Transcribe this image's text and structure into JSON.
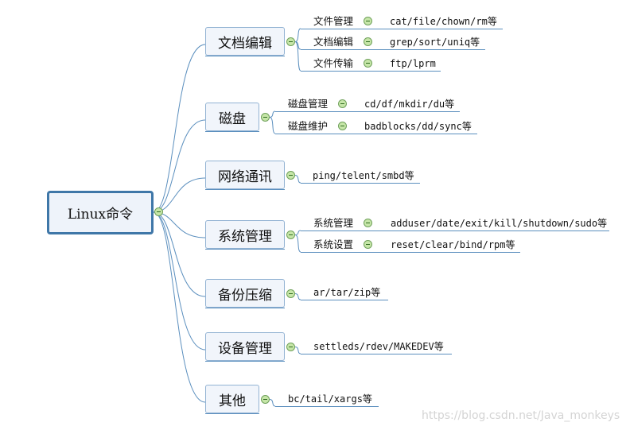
{
  "root": "Linux命令",
  "branches": [
    {
      "label": "文档编辑",
      "children": [
        {
          "name": "文件管理",
          "cmd": "cat/file/chown/rm等"
        },
        {
          "name": "文档编辑",
          "cmd": "grep/sort/uniq等"
        },
        {
          "name": "文件传输",
          "cmd": "ftp/lprm"
        }
      ]
    },
    {
      "label": "磁盘",
      "children": [
        {
          "name": "磁盘管理",
          "cmd": "cd/df/mkdir/du等"
        },
        {
          "name": "磁盘维护",
          "cmd": "badblocks/dd/sync等"
        }
      ]
    },
    {
      "label": "网络通讯",
      "children": [
        {
          "name": "",
          "cmd": "ping/telent/smbd等"
        }
      ]
    },
    {
      "label": "系统管理",
      "children": [
        {
          "name": "系统管理",
          "cmd": "adduser/date/exit/kill/shutdown/sudo等"
        },
        {
          "name": "系统设置",
          "cmd": "reset/clear/bind/rpm等"
        }
      ]
    },
    {
      "label": "备份压缩",
      "children": [
        {
          "name": "",
          "cmd": "ar/tar/zip等"
        }
      ]
    },
    {
      "label": "设备管理",
      "children": [
        {
          "name": "",
          "cmd": "settleds/rdev/MAKEDEV等"
        }
      ]
    },
    {
      "label": "其他",
      "children": [
        {
          "name": "",
          "cmd": "bc/tail/xargs等"
        }
      ]
    }
  ],
  "watermark": "https://blog.csdn.net/Java_monkeys",
  "colors": {
    "line": "#5b8fbe",
    "node_fill": "#f1f5fb",
    "node_border": "#93b3d3",
    "root_border": "#3f77a8",
    "toggle": "#c6e6a8"
  }
}
